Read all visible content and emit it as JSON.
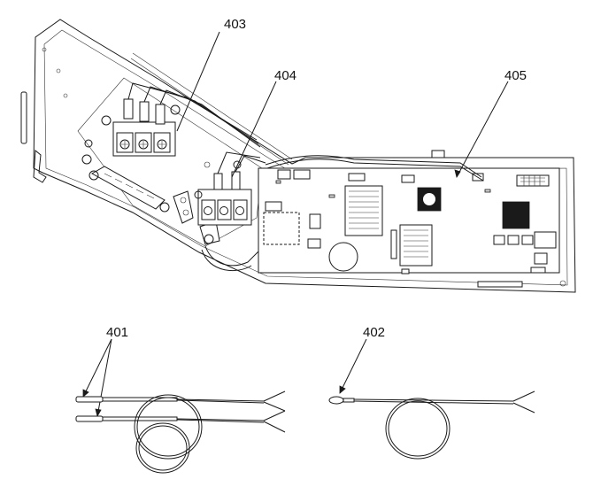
{
  "callouts": {
    "c401": "401",
    "c402": "402",
    "c403": "403",
    "c404": "404",
    "c405": "405"
  },
  "colors": {
    "line": "#1a1a1a",
    "background": "#ffffff",
    "shade": "#d8d8d8"
  }
}
